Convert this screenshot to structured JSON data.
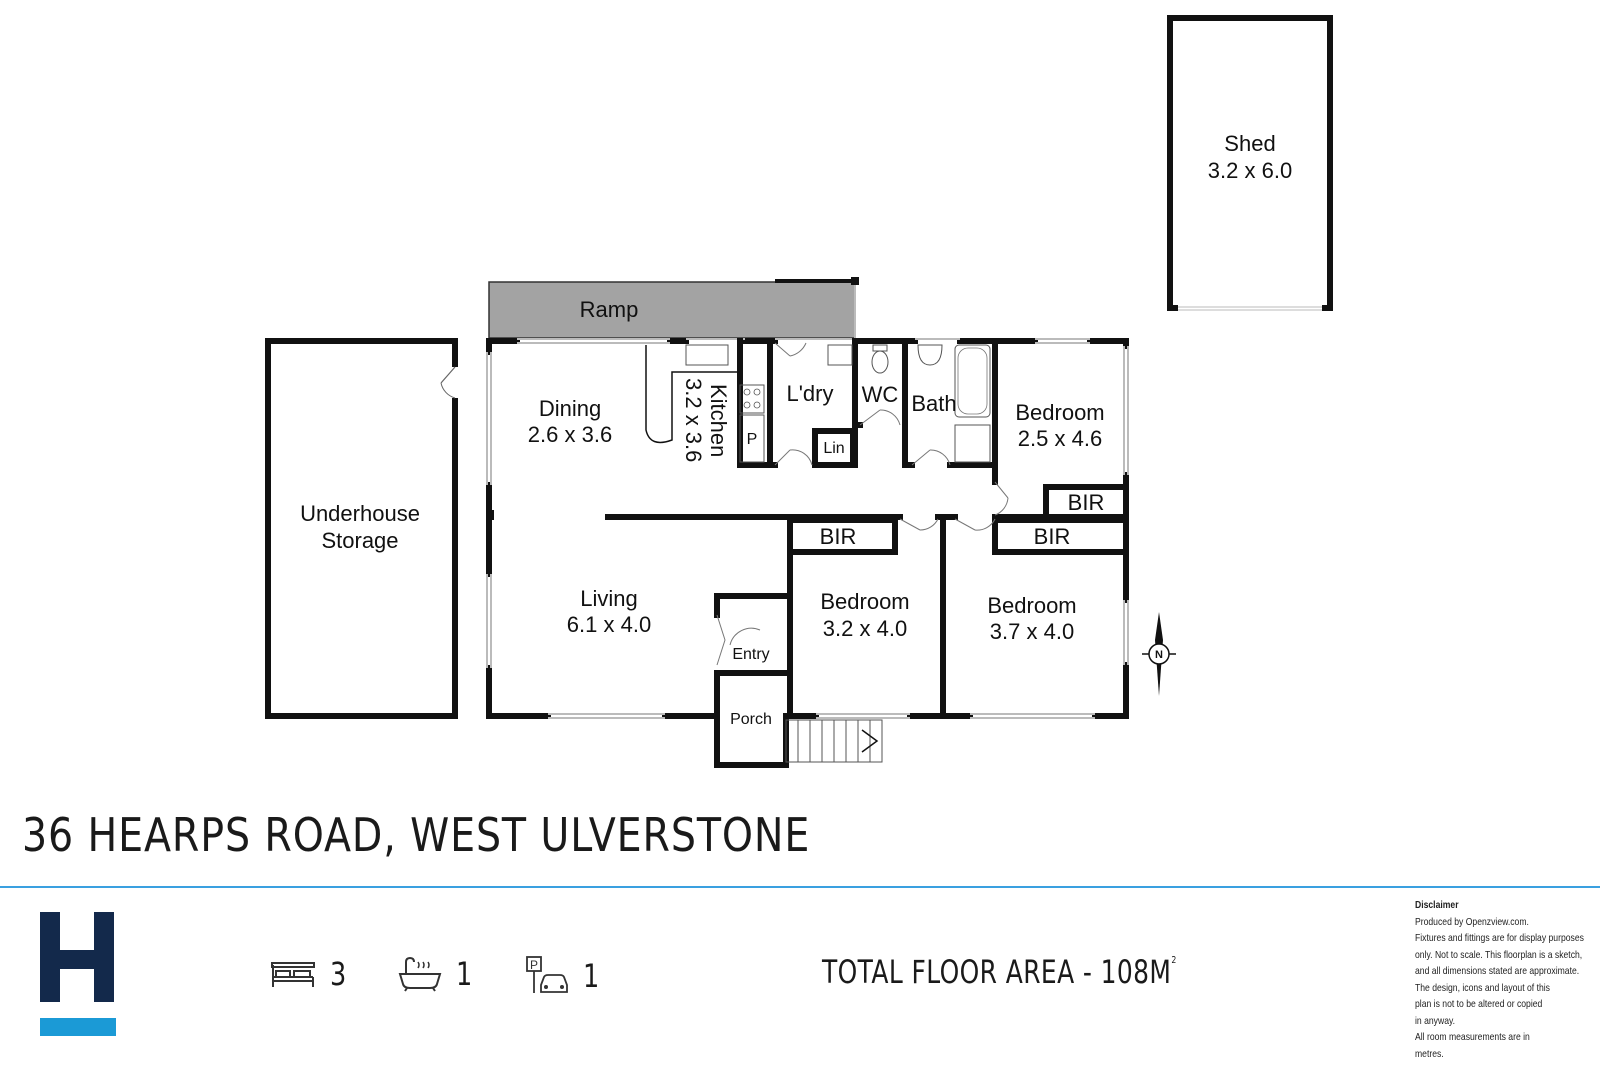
{
  "plan": {
    "rooms": {
      "shed": {
        "name": "Shed",
        "dims": "3.2 x 6.0"
      },
      "ramp": {
        "name": "Ramp"
      },
      "underhouse": {
        "name_line1": "Underhouse",
        "name_line2": "Storage"
      },
      "dining": {
        "name": "Dining",
        "dims": "2.6 x 3.6"
      },
      "kitchen": {
        "name": "Kitchen",
        "dims": "3.2 x 3.6"
      },
      "pantry": {
        "name": "P"
      },
      "laundry": {
        "name": "L'dry"
      },
      "linen": {
        "name": "Lin"
      },
      "wc": {
        "name": "WC"
      },
      "bath": {
        "name": "Bath"
      },
      "bedroom1": {
        "name": "Bedroom",
        "dims": "2.5 x 4.6"
      },
      "bir1": {
        "name": "BIR"
      },
      "bir2": {
        "name": "BIR"
      },
      "bir3": {
        "name": "BIR"
      },
      "living": {
        "name": "Living",
        "dims": "6.1 x 4.0"
      },
      "entry": {
        "name": "Entry"
      },
      "porch": {
        "name": "Porch"
      },
      "bedroom2": {
        "name": "Bedroom",
        "dims": "3.2 x 4.0"
      },
      "bedroom3": {
        "name": "Bedroom",
        "dims": "3.7 x 4.0"
      }
    },
    "compass_letter": "N"
  },
  "address": "36 HEARPS ROAD, WEST ULVERSTONE",
  "colors": {
    "accent_blue": "#1b9ad6",
    "logo_navy": "#13294b",
    "ramp_fill": "#a3a3a3"
  },
  "stats": {
    "bedrooms": {
      "icon": "bed-icon",
      "value": "3"
    },
    "bathrooms": {
      "icon": "bathtub-icon",
      "value": "1"
    },
    "parking": {
      "icon": "car-parking-icon",
      "value": "1"
    }
  },
  "total_area": {
    "label": "TOTAL FLOOR AREA - 108M",
    "superscript": "2"
  },
  "disclaimer": {
    "title": "Disclaimer",
    "lines": [
      "Produced by Openzview.com.",
      "Fixtures and fittings are for display purposes",
      "only. Not to scale. This floorplan is a sketch,",
      "and all dimensions stated are approximate.",
      "The design, icons and layout of this",
      "plan is not to be altered or copied",
      "in anyway.",
      "All room measurements are in",
      "metres."
    ]
  }
}
